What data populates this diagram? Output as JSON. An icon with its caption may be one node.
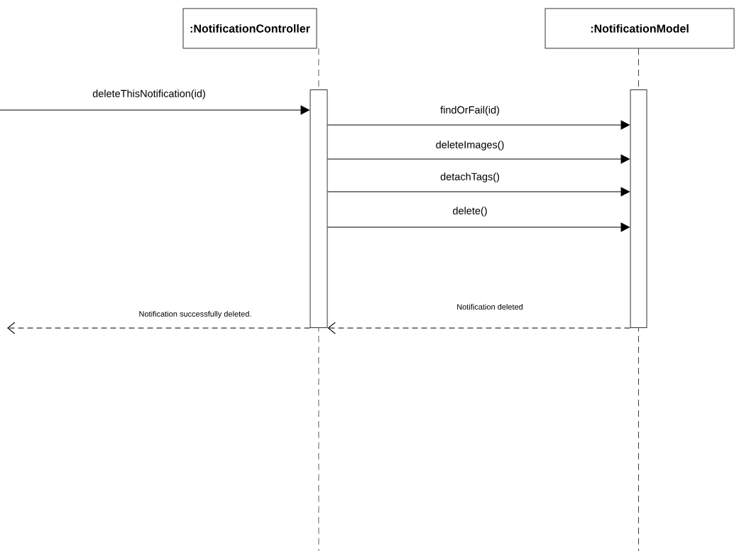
{
  "diagram": {
    "nodes": [
      {
        "text": [
          ":NotificationController"
        ]
      },
      {
        "text": [
          ":NotificationModel"
        ]
      },
      {
        "text": [],
        "shape": "bar"
      },
      {
        "text": [],
        "shape": "bar"
      }
    ],
    "edges": [
      {
        "from": null,
        "to": 2,
        "arrow": "to",
        "label": "deleteThisNotification(id)"
      },
      {
        "from": 2,
        "to": 3,
        "arrow": "to",
        "label": "findOrFail(id)"
      },
      {
        "from": 2,
        "to": 3,
        "arrow": "to",
        "label": "deleteImages()"
      },
      {
        "from": 2,
        "to": 3,
        "arrow": "to",
        "label": "detachTags()"
      },
      {
        "from": 2,
        "to": 3,
        "arrow": "to",
        "label": "delete()"
      },
      {
        "from": 3,
        "to": 2,
        "arrow": "to",
        "label": "Notification deleted",
        "style": "dashed"
      },
      {
        "from": 2,
        "to": null,
        "arrow": "to",
        "label": "Notification successfully deleted.",
        "style": "dashed"
      }
    ]
  }
}
